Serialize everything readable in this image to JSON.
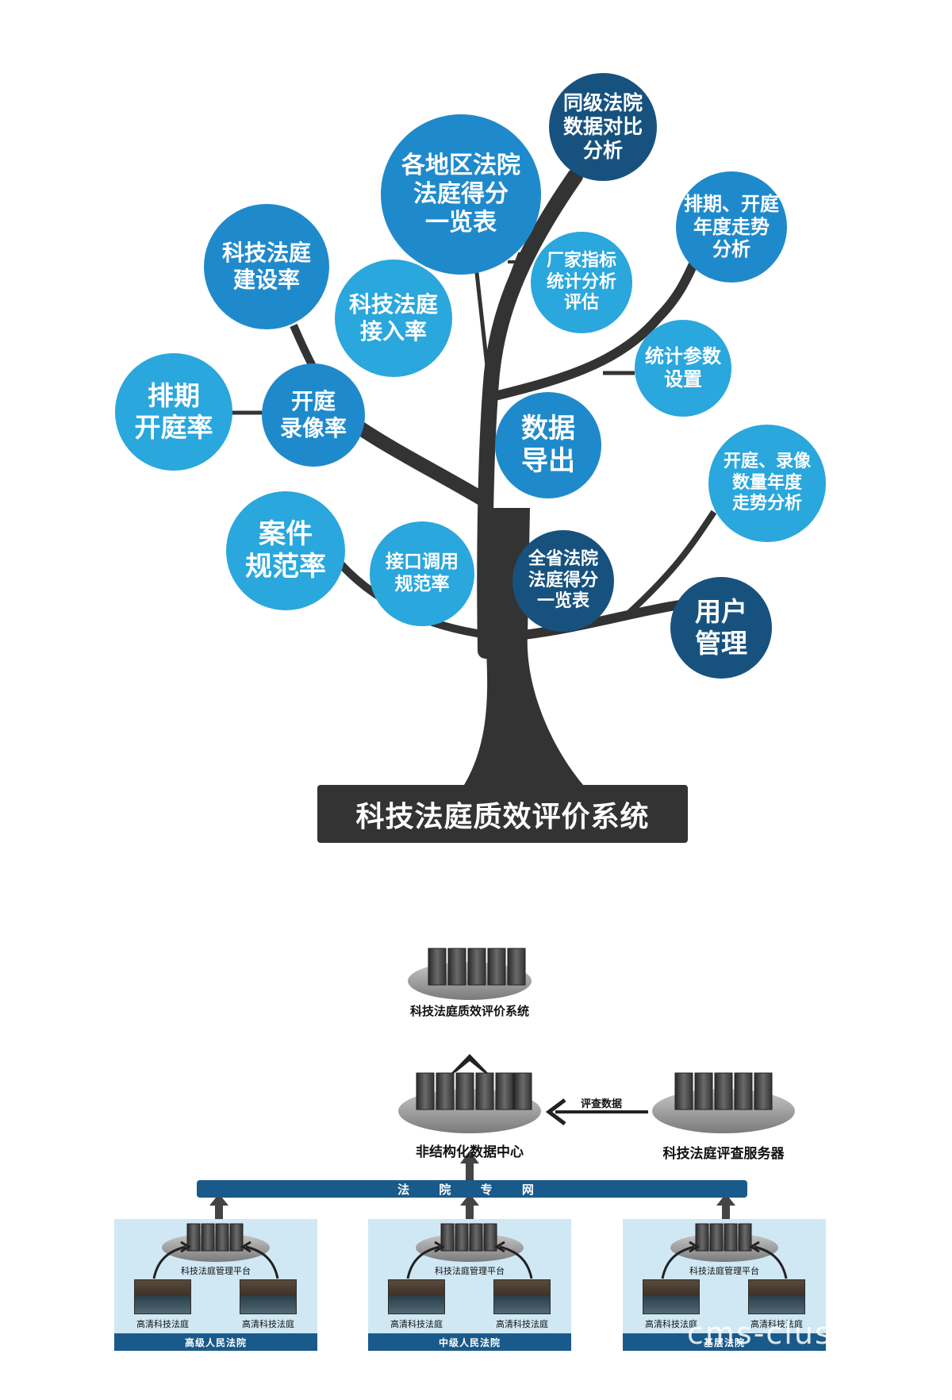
{
  "tree": {
    "root": "科技法庭质效评价系统",
    "bubbles": [
      {
        "text": "同级法院\n数据对比\n分析"
      },
      {
        "text": "各地区法院\n法庭得分\n一览表"
      },
      {
        "text": "排期、开庭\n年度走势\n分析"
      },
      {
        "text": "科技法庭\n建设率"
      },
      {
        "text": "厂家指标\n统计分析\n评估"
      },
      {
        "text": "科技法庭\n接入率"
      },
      {
        "text": "统计参数\n设置"
      },
      {
        "text": "排期\n开庭率"
      },
      {
        "text": "开庭\n录像率"
      },
      {
        "text": "数据\n导出"
      },
      {
        "text": "开庭、录像\n数量年度\n走势分析"
      },
      {
        "text": "案件\n规范率"
      },
      {
        "text": "接口调用\n规范率"
      },
      {
        "text": "全省法院\n法庭得分\n一览表"
      },
      {
        "text": "用户\n管理"
      }
    ]
  },
  "network": {
    "top_system": "科技法庭质效评价系统",
    "data_center": "非结构化数据中心",
    "review_server": "科技法庭评查服务器",
    "review_data": "评查数据",
    "court_network": "法 院 专 网",
    "courts": [
      {
        "name": "高级人民法院",
        "platform": "科技法庭管理平台",
        "room_left": "高清科技法庭",
        "room_right": "高清科技法庭"
      },
      {
        "name": "中级人民法院",
        "platform": "科技法庭管理平台",
        "room_left": "高清科技法庭",
        "room_right": "高清科技法庭"
      },
      {
        "name": "基层法院",
        "platform": "科技法庭管理平台",
        "room_left": "高清科技法庭",
        "room_right": "高清科技法庭"
      }
    ]
  },
  "watermark": "cms-clus",
  "colors": {
    "light_blue": "#2aa7dc",
    "mid_blue": "#1f8acb",
    "dark_blue": "#17527f",
    "trunk": "#333333",
    "bar_blue": "#1a5a8a"
  }
}
